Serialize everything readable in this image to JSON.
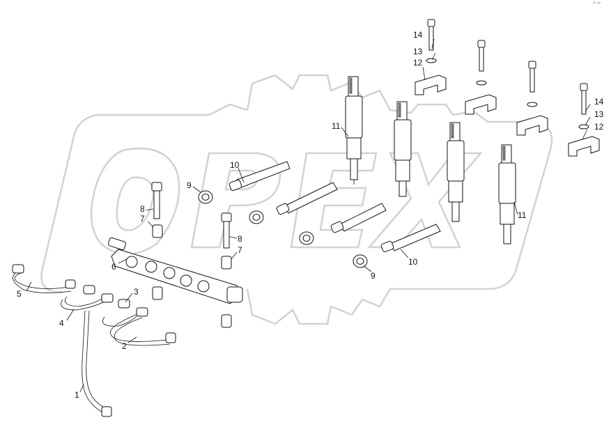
{
  "watermark": {
    "text": "OPEX"
  },
  "corner_mark": "ᴾ ™",
  "callouts": {
    "c1": "1",
    "c2": "2",
    "c3": "3",
    "c4": "4",
    "c5": "5",
    "c6": "6",
    "c7a": "7",
    "c7b": "7",
    "c8a": "8",
    "c8b": "8",
    "c9a": "9",
    "c9b": "9",
    "c10a": "10",
    "c10b": "10",
    "c11a": "11",
    "c11b": "11",
    "c12a": "12",
    "c12b": "12",
    "c13a": "13",
    "c13b": "13",
    "c14a": "14",
    "c14b": "14"
  }
}
